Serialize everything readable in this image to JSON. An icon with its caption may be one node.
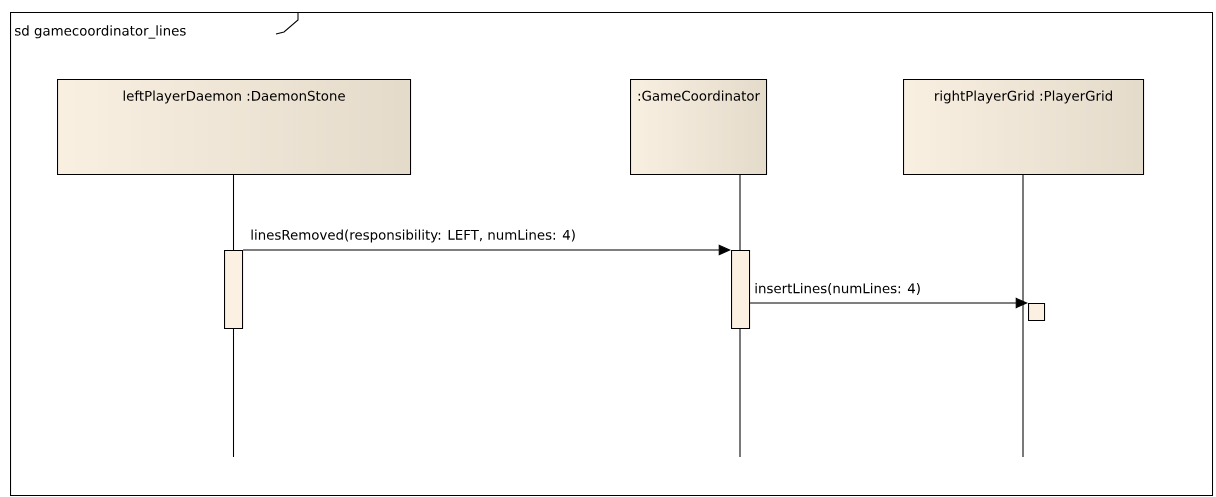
{
  "diagram": {
    "nodes": [
      {
        "text": [
          "sd gamecoordinator_lines"
        ]
      },
      {
        "text": [
          "leftPlayerDaemon :DaemonStone"
        ],
        "in": 0
      },
      {
        "text": [
          ":GameCoordinator"
        ],
        "in": 0
      },
      {
        "text": [
          "rightPlayerGrid :PlayerGrid"
        ],
        "in": 0
      },
      {
        "text": [],
        "shape": "bar",
        "in": 0
      },
      {
        "text": [],
        "shape": "bar",
        "in": 0
      },
      {
        "text": [],
        "shape": "bar",
        "in": 0
      }
    ],
    "edges": [
      {
        "from": 4,
        "to": 5,
        "arrow": "to",
        "label": "linesRemoved(responsibility: LEFT, numLines: 4)"
      },
      {
        "from": 5,
        "to": 6,
        "arrow": "to",
        "label": "insertLines(numLines: 4)"
      }
    ]
  }
}
